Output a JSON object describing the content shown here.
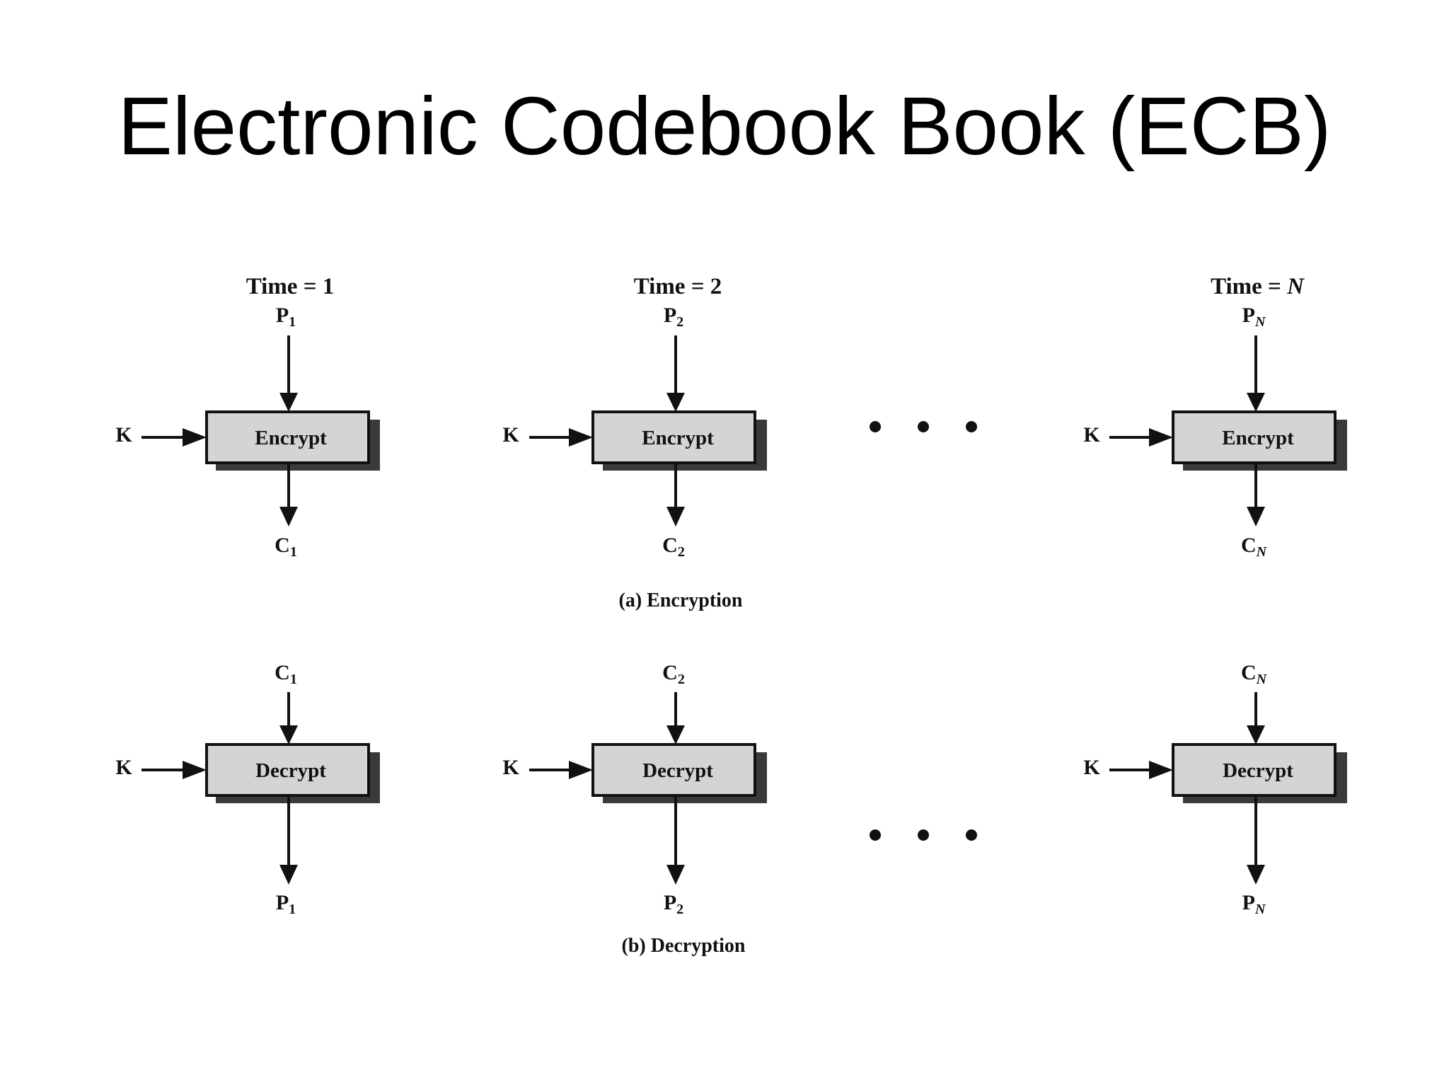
{
  "slide": {
    "title": "Electronic Codebook Book (ECB)"
  },
  "encryption": {
    "caption": "(a) Encryption",
    "columns": [
      {
        "time_prefix": "Time = ",
        "time_value": "1",
        "input_base": "P",
        "input_sub": "1",
        "box": "Encrypt",
        "key": "K",
        "output_base": "C",
        "output_sub": "1"
      },
      {
        "time_prefix": "Time = ",
        "time_value": "2",
        "input_base": "P",
        "input_sub": "2",
        "box": "Encrypt",
        "key": "K",
        "output_base": "C",
        "output_sub": "2"
      },
      {
        "time_prefix": "Time = ",
        "time_value": "N",
        "input_base": "P",
        "input_sub": "N",
        "box": "Encrypt",
        "key": "K",
        "output_base": "C",
        "output_sub": "N"
      }
    ]
  },
  "decryption": {
    "caption": "(b) Decryption",
    "columns": [
      {
        "input_base": "C",
        "input_sub": "1",
        "box": "Decrypt",
        "key": "K",
        "output_base": "P",
        "output_sub": "1"
      },
      {
        "input_base": "C",
        "input_sub": "2",
        "box": "Decrypt",
        "key": "K",
        "output_base": "P",
        "output_sub": "2"
      },
      {
        "input_base": "C",
        "input_sub": "N",
        "box": "Decrypt",
        "key": "K",
        "output_base": "P",
        "output_sub": "N"
      }
    ]
  },
  "colors": {
    "box_fill": "#d4d4d4",
    "box_stroke": "#111111",
    "shadow": "#3a3a3a",
    "line": "#111111"
  }
}
